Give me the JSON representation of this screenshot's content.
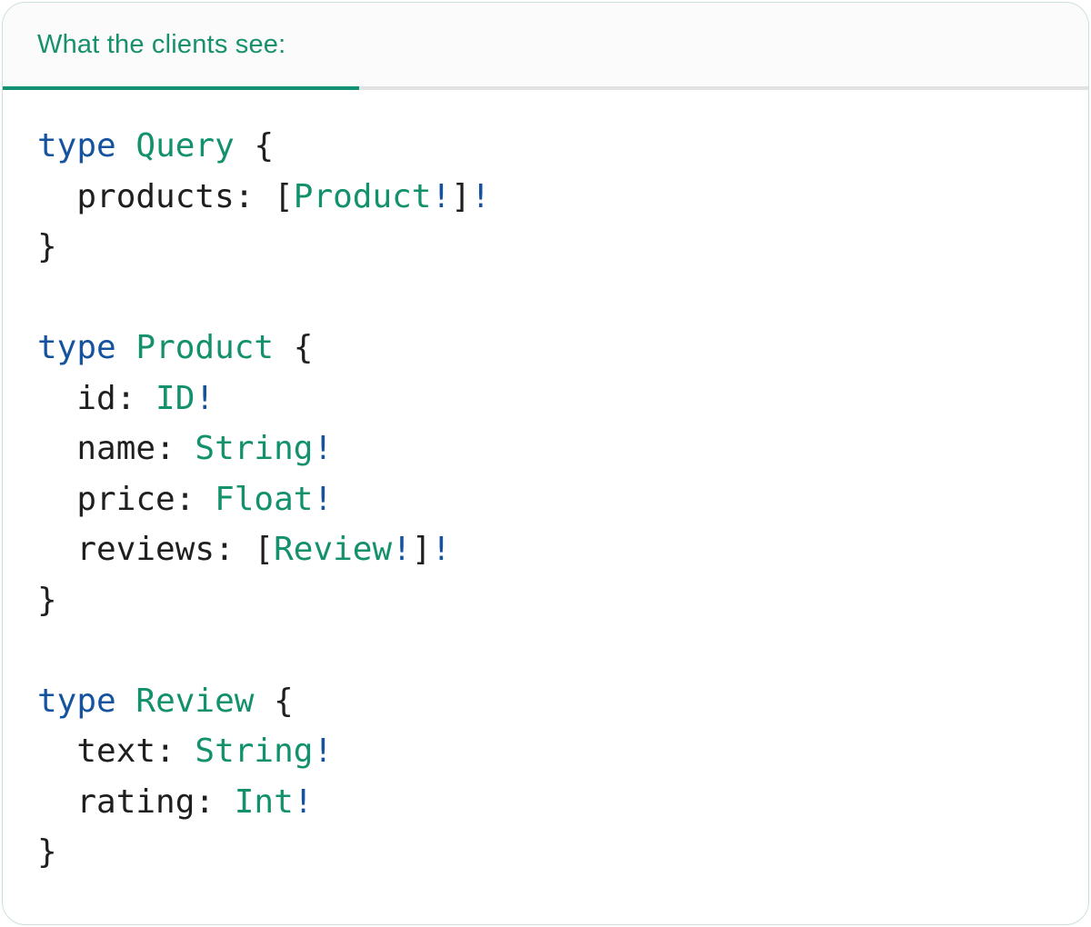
{
  "card": {
    "tab": {
      "label": "What the clients see:"
    }
  },
  "code": {
    "language": "graphql-sdl",
    "lines": [
      [
        [
          "kw",
          "type"
        ],
        [
          "plain",
          " "
        ],
        [
          "type",
          "Query"
        ],
        [
          "plain",
          " {"
        ]
      ],
      [
        [
          "plain",
          "  products: ["
        ],
        [
          "type",
          "Product"
        ],
        [
          "kw",
          "!"
        ],
        [
          "plain",
          "]"
        ],
        [
          "kw",
          "!"
        ]
      ],
      [
        [
          "plain",
          "}"
        ]
      ],
      [],
      [
        [
          "kw",
          "type"
        ],
        [
          "plain",
          " "
        ],
        [
          "type",
          "Product"
        ],
        [
          "plain",
          " {"
        ]
      ],
      [
        [
          "plain",
          "  id: "
        ],
        [
          "type",
          "ID"
        ],
        [
          "kw",
          "!"
        ]
      ],
      [
        [
          "plain",
          "  name: "
        ],
        [
          "type",
          "String"
        ],
        [
          "kw",
          "!"
        ]
      ],
      [
        [
          "plain",
          "  price: "
        ],
        [
          "type",
          "Float"
        ],
        [
          "kw",
          "!"
        ]
      ],
      [
        [
          "plain",
          "  reviews: ["
        ],
        [
          "type",
          "Review"
        ],
        [
          "kw",
          "!"
        ],
        [
          "plain",
          "]"
        ],
        [
          "kw",
          "!"
        ]
      ],
      [
        [
          "plain",
          "}"
        ]
      ],
      [],
      [
        [
          "kw",
          "type"
        ],
        [
          "plain",
          " "
        ],
        [
          "type",
          "Review"
        ],
        [
          "plain",
          " {"
        ]
      ],
      [
        [
          "plain",
          "  text: "
        ],
        [
          "type",
          "String"
        ],
        [
          "kw",
          "!"
        ]
      ],
      [
        [
          "plain",
          "  rating: "
        ],
        [
          "type",
          "Int"
        ],
        [
          "kw",
          "!"
        ]
      ],
      [
        [
          "plain",
          "}"
        ]
      ]
    ]
  },
  "colors": {
    "keyword": "#15539E",
    "type_name": "#12916C",
    "plain_text": "#1F1F1F",
    "tab_text": "#17906C",
    "tab_underline": "#119173",
    "divider": "#E2E2E2",
    "header_background": "#FBFBFB",
    "card_border": "#CCE0D4"
  }
}
